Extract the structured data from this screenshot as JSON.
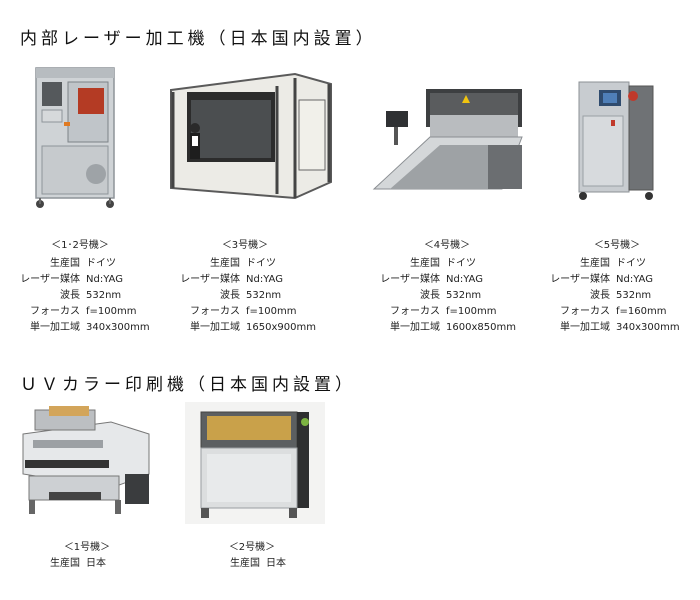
{
  "laser_section": {
    "title": "内部レーザー加工機（日本国内設置）",
    "machines": [
      {
        "caption": "＜1･2号機＞",
        "specs": [
          {
            "label": "生産国",
            "value": "ドイツ"
          },
          {
            "label": "レーザー媒体",
            "value": "Nd:YAG"
          },
          {
            "label": "波長",
            "value": "532nm"
          },
          {
            "label": "フォーカス",
            "value": "f=100mm"
          },
          {
            "label": "単一加工域",
            "value": "340x300mm"
          }
        ]
      },
      {
        "caption": "＜3号機＞",
        "specs": [
          {
            "label": "生産国",
            "value": "ドイツ"
          },
          {
            "label": "レーザー媒体",
            "value": "Nd:YAG"
          },
          {
            "label": "波長",
            "value": "532nm"
          },
          {
            "label": "フォーカス",
            "value": "f=100mm"
          },
          {
            "label": "単一加工域",
            "value": "1650x900mm"
          }
        ]
      },
      {
        "caption": "＜4号機＞",
        "specs": [
          {
            "label": "生産国",
            "value": "ドイツ"
          },
          {
            "label": "レーザー媒体",
            "value": "Nd:YAG"
          },
          {
            "label": "波長",
            "value": "532nm"
          },
          {
            "label": "フォーカス",
            "value": "f=100mm"
          },
          {
            "label": "単一加工域",
            "value": "1600x850mm"
          }
        ]
      },
      {
        "caption": "＜5号機＞",
        "specs": [
          {
            "label": "生産国",
            "value": "ドイツ"
          },
          {
            "label": "レーザー媒体",
            "value": "Nd:YAG"
          },
          {
            "label": "波長",
            "value": "532nm"
          },
          {
            "label": "フォーカス",
            "value": "f=160mm"
          },
          {
            "label": "単一加工域",
            "value": "340x300mm"
          }
        ]
      }
    ]
  },
  "uv_section": {
    "title": "ＵＶカラー印刷機（日本国内設置）",
    "machines": [
      {
        "caption": "＜1号機＞",
        "specs": [
          {
            "label": "生産国",
            "value": "日本"
          }
        ]
      },
      {
        "caption": "＜2号機＞",
        "specs": [
          {
            "label": "生産国",
            "value": "日本"
          }
        ]
      }
    ]
  }
}
